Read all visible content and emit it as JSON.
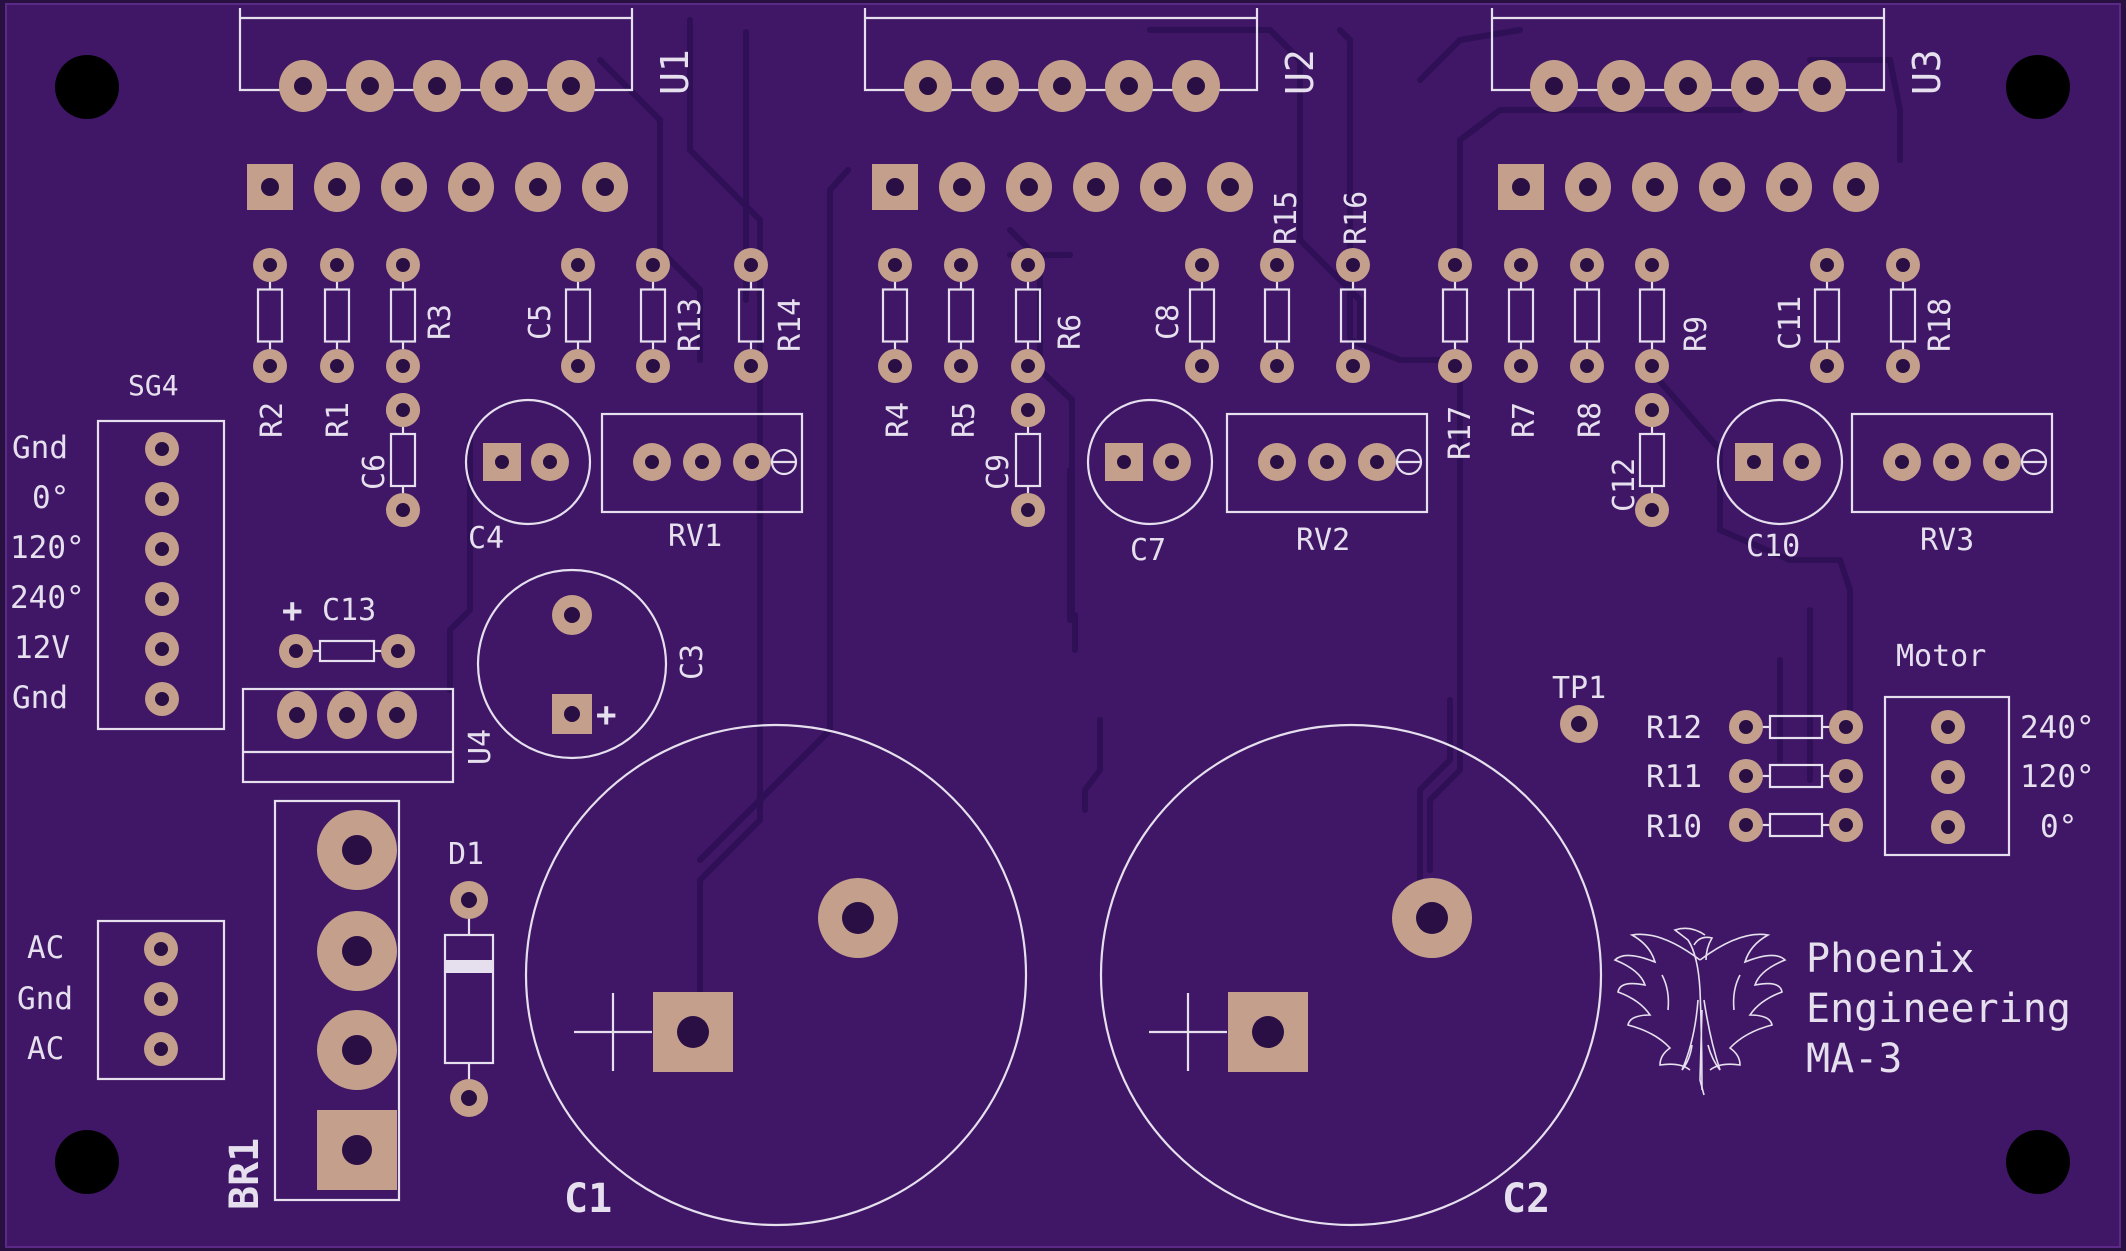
{
  "colors": {
    "board": "#3f1766",
    "edge": "#281040",
    "silkscreen": "#e6e0ee",
    "pad": "#c4a08c",
    "trace": "#2f0f55",
    "mounting_hole": "#000000"
  },
  "labels": {
    "u1": "U1",
    "u2": "U2",
    "u3": "U3",
    "u4": "U4",
    "sg4": "SG4",
    "r1": "R1",
    "r2": "R2",
    "r3": "R3",
    "r4": "R4",
    "r5": "R5",
    "r6": "R6",
    "r7": "R7",
    "r8": "R8",
    "r9": "R9",
    "r10": "R10",
    "r11": "R11",
    "r12": "R12",
    "r13": "R13",
    "r14": "R14",
    "r15": "R15",
    "r16": "R16",
    "r17": "R17",
    "r18": "R18",
    "c1": "C1",
    "c2": "C2",
    "c3": "C3",
    "c4": "C4",
    "c5": "C5",
    "c6": "C6",
    "c7": "C7",
    "c8": "C8",
    "c9": "C9",
    "c10": "C10",
    "c11": "C11",
    "c12": "C12",
    "c13": "C13",
    "rv1": "RV1",
    "rv2": "RV2",
    "rv3": "RV3",
    "d1": "D1",
    "br1": "BR1",
    "tp1": "TP1",
    "motor": "Motor",
    "plus_c13": "+",
    "plus_c3": "+"
  },
  "sg4_pins": [
    "Gnd",
    "0°",
    "120°",
    "240°",
    "12V",
    "Gnd"
  ],
  "ac_pins": [
    "AC",
    "Gnd",
    "AC"
  ],
  "motor_pins": [
    "240°",
    "120°",
    "0°"
  ],
  "logo": {
    "line1": "Phoenix",
    "line2": "Engineering",
    "line3": "MA-3",
    "icon": "phoenix-bird-icon"
  }
}
